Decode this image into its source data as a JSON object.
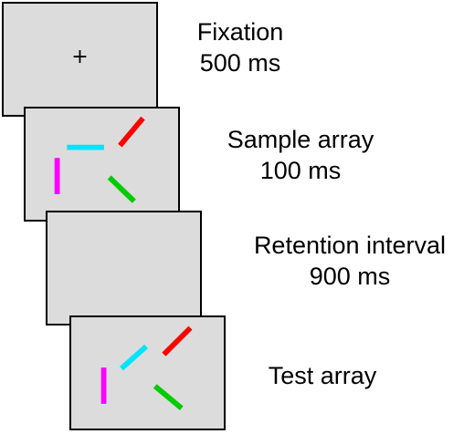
{
  "frames": [
    {
      "name": "Fixation",
      "duration": "500 ms",
      "content": "fixation-cross"
    },
    {
      "name": "Sample array",
      "duration": "100 ms",
      "content": "colored-bars"
    },
    {
      "name": "Retention interval",
      "duration": "900 ms",
      "content": "blank"
    },
    {
      "name": "Test array",
      "duration": "",
      "content": "colored-bars"
    }
  ],
  "fixation_symbol": "+",
  "colors": {
    "screen_background": "#dcdcdc",
    "screen_border": "#000000",
    "bar_red": "#ff0000",
    "bar_cyan": "#00e5ff",
    "bar_magenta": "#ff00ff",
    "bar_green": "#00cc00"
  }
}
